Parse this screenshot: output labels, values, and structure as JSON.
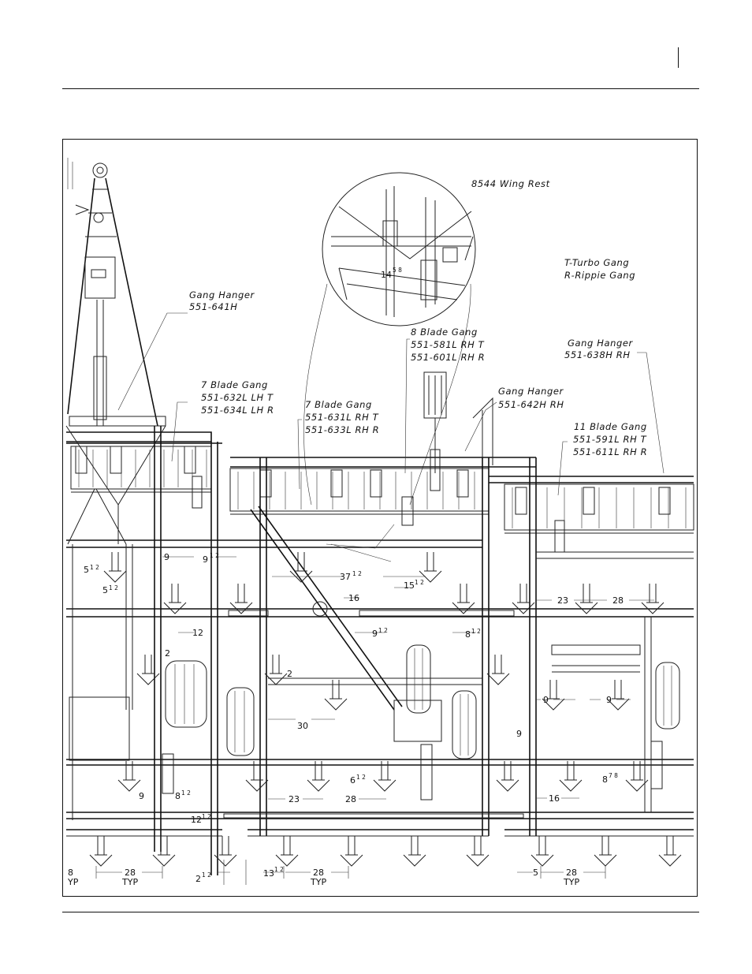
{
  "labels": {
    "wing_rest": "8544 Wing Rest",
    "legend_t": "T-Turbo Gang",
    "legend_r": "R-Rippie Gang",
    "hanger_641_title": "Gang Hanger",
    "hanger_641_part": "551-641H",
    "hanger_638_title": "Gang Hanger",
    "hanger_638_part": "551-638H RH",
    "hanger_642_title": "Gang Hanger",
    "hanger_642_part": "551-642H RH",
    "gang8_title": "8 Blade Gang",
    "gang8_part1": "551-581L RH T",
    "gang8_part2": "551-601L RH R",
    "gang7l_title": "7 Blade Gang",
    "gang7l_part1": "551-632L LH T",
    "gang7l_part2": "551-634L LH R",
    "gang7r_title": "7 Blade Gang",
    "gang7r_part1": "551-631L RH T",
    "gang7r_part2": "551-633L RH R",
    "gang11_title": "11 Blade Gang",
    "gang11_part1": "551-591L RH T",
    "gang11_part2": "551-611L RH R"
  },
  "dimensions": {
    "d9_a": "9",
    "d9half_w": "9",
    "d9half_f": "1 2",
    "d5half_a_w": "5",
    "d5half_a_f": "1 2",
    "d5half_b_w": "5",
    "d5half_b_f": "1 2",
    "d37half_w": "37",
    "d37half_f": "1 2",
    "d15half_w": "15",
    "d15half_f": "1 2",
    "d16_a": "16",
    "d12_a": "12",
    "d2_a": "2",
    "d2_b": "2",
    "d9half_b_w": "9",
    "d9half_b_f": "1 2",
    "d8half_a_w": "8",
    "d8half_a_f": "1 2",
    "d23_a": "23",
    "d28_a": "28",
    "d9_b": "9",
    "d9_c": "9",
    "d9_d": "9",
    "d30": "30",
    "d6half_w": "6",
    "d6half_f": "1 2",
    "d8_78_w": "8",
    "d8_78_f": "7 8",
    "d9_e": "9",
    "d8half_b_w": "8",
    "d8half_b_f": "1 2",
    "d23_b": "23",
    "d28_b": "28",
    "d16_b": "16",
    "d12half_w": "12",
    "d12half_f": "1 2",
    "d8typ": "8",
    "typ_a": "YP",
    "d28typ_a": "28",
    "typ_b": "TYP",
    "d2half_w": "2",
    "d2half_f": "1 2",
    "d13half_w": "13",
    "d13half_f": "1 2",
    "d28typ_b": "28",
    "typ_c": "TYP",
    "d5": "5",
    "d28typ_c": "28",
    "typ_d": "TYP",
    "d14_58_w": "14",
    "d14_58_f": "5 8"
  }
}
